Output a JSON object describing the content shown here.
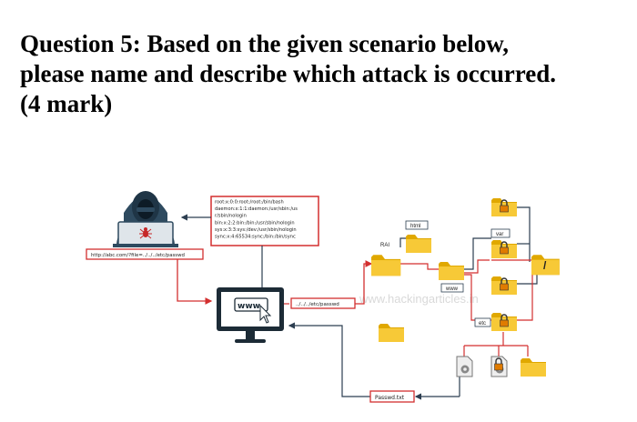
{
  "question": {
    "line1": "Question 5: Based on the given scenario below,",
    "line2": "please name and describe which attack is occurred.",
    "line3": "(4 mark)"
  },
  "diagram": {
    "passwd_lines": [
      "root:x:0:0:root:/root:/bin/bash",
      "daemon:x:1:1:daemon:/usr/sbin:/us",
      "r/sbin/nologin",
      "bin:x:2:2:bin:/bin:/usr/sbin/nologin",
      "sys:x:3:3:sys:/dev:/usr/sbin/nologin",
      "sync:x:4:65534:sync:/bin:/bin/sync"
    ],
    "url_request": "http://abc.com/?file=../../../etc/passwd",
    "browser_text": "www.",
    "traversal_path": "../../../etc/passwd",
    "passwd_file": "Passwd.txt",
    "folders": {
      "html": "html",
      "rai": "RAI",
      "www": "www",
      "var": "var",
      "etc": "etc",
      "slash": "/"
    },
    "watermark": "www.hackingarticles.in",
    "colors": {
      "arrow_red": "#d32f2f",
      "arrow_dark": "#2c3e50",
      "folder_yellow": "#f5c518",
      "lock_orange": "#e07b00"
    }
  }
}
